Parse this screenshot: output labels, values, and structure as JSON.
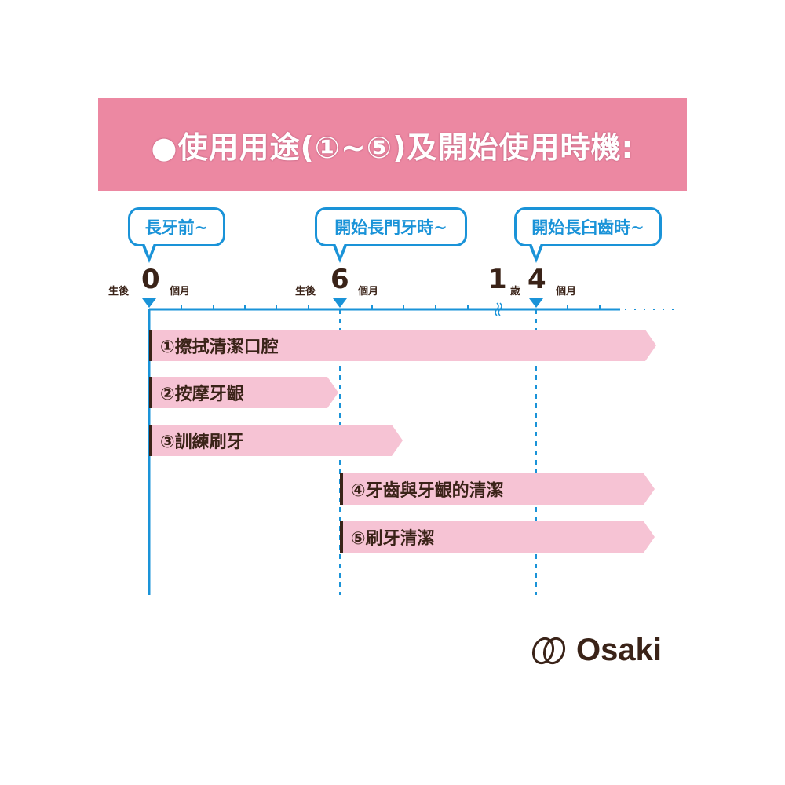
{
  "header": {
    "title": "●使用用途(①~⑤)及開始使用時機:"
  },
  "bubbles": [
    "長牙前~",
    "開始長門牙時~",
    "開始長臼齒時~"
  ],
  "timeline": {
    "m0": {
      "prefix": "生後",
      "value": "0",
      "unit": "個月"
    },
    "m6": {
      "prefix": "生後",
      "value": "6",
      "unit": "個月"
    },
    "y1m4": {
      "year": "1",
      "year_unit": "歲",
      "value": "4",
      "unit": "個月"
    }
  },
  "bars": [
    "①擦拭清潔口腔",
    "②按摩牙齦",
    "③訓練刷牙",
    "④牙齒與牙齦的清潔",
    "⑤刷牙清潔"
  ],
  "logo": {
    "text": "Osaki"
  },
  "colors": {
    "pink_header": "#ec88a2",
    "blue": "#1a93d8",
    "bar": "#f6c3d4",
    "brown": "#3a2318"
  }
}
